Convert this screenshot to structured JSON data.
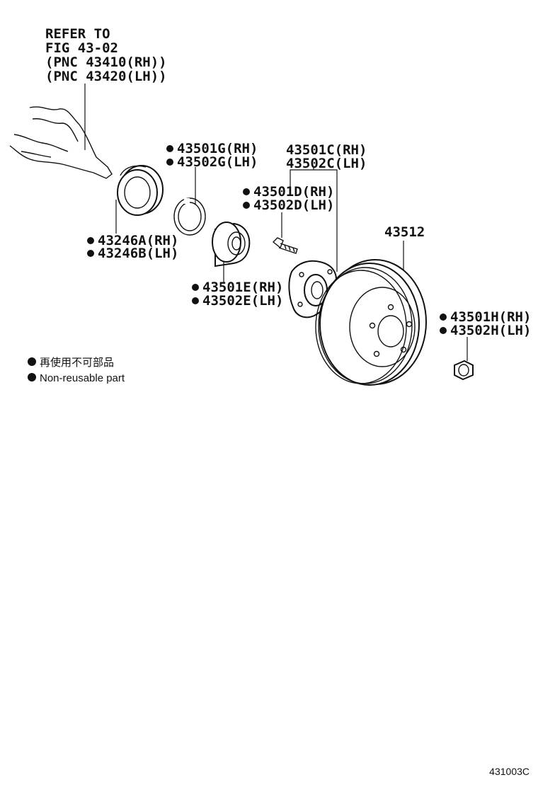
{
  "refer": {
    "line1": "REFER TO",
    "line2": "FIG 43-02",
    "line3": "(PNC 43410(RH))",
    "line4": "(PNC 43420(LH))"
  },
  "parts": {
    "seal": {
      "rh": "43246A(RH)",
      "lh": "43246B(LH)",
      "non_reusable": true
    },
    "snap_ring": {
      "rh": "43501G(RH)",
      "lh": "43502G(LH)",
      "non_reusable": true
    },
    "bearing": {
      "rh": "43501E(RH)",
      "lh": "43502E(LH)",
      "non_reusable": true
    },
    "hub_bolt": {
      "rh": "43501D(RH)",
      "lh": "43502D(LH)",
      "non_reusable": true
    },
    "hub": {
      "rh": "43501C(RH)",
      "lh": "43502C(LH)",
      "non_reusable": false
    },
    "disc": {
      "number": "43512"
    },
    "nut": {
      "rh": "43501H(RH)",
      "lh": "43502H(LH)",
      "non_reusable": true
    }
  },
  "legend": {
    "jp": "再使用不可部品",
    "en": "Non-reusable part"
  },
  "figure_id": "431003C"
}
